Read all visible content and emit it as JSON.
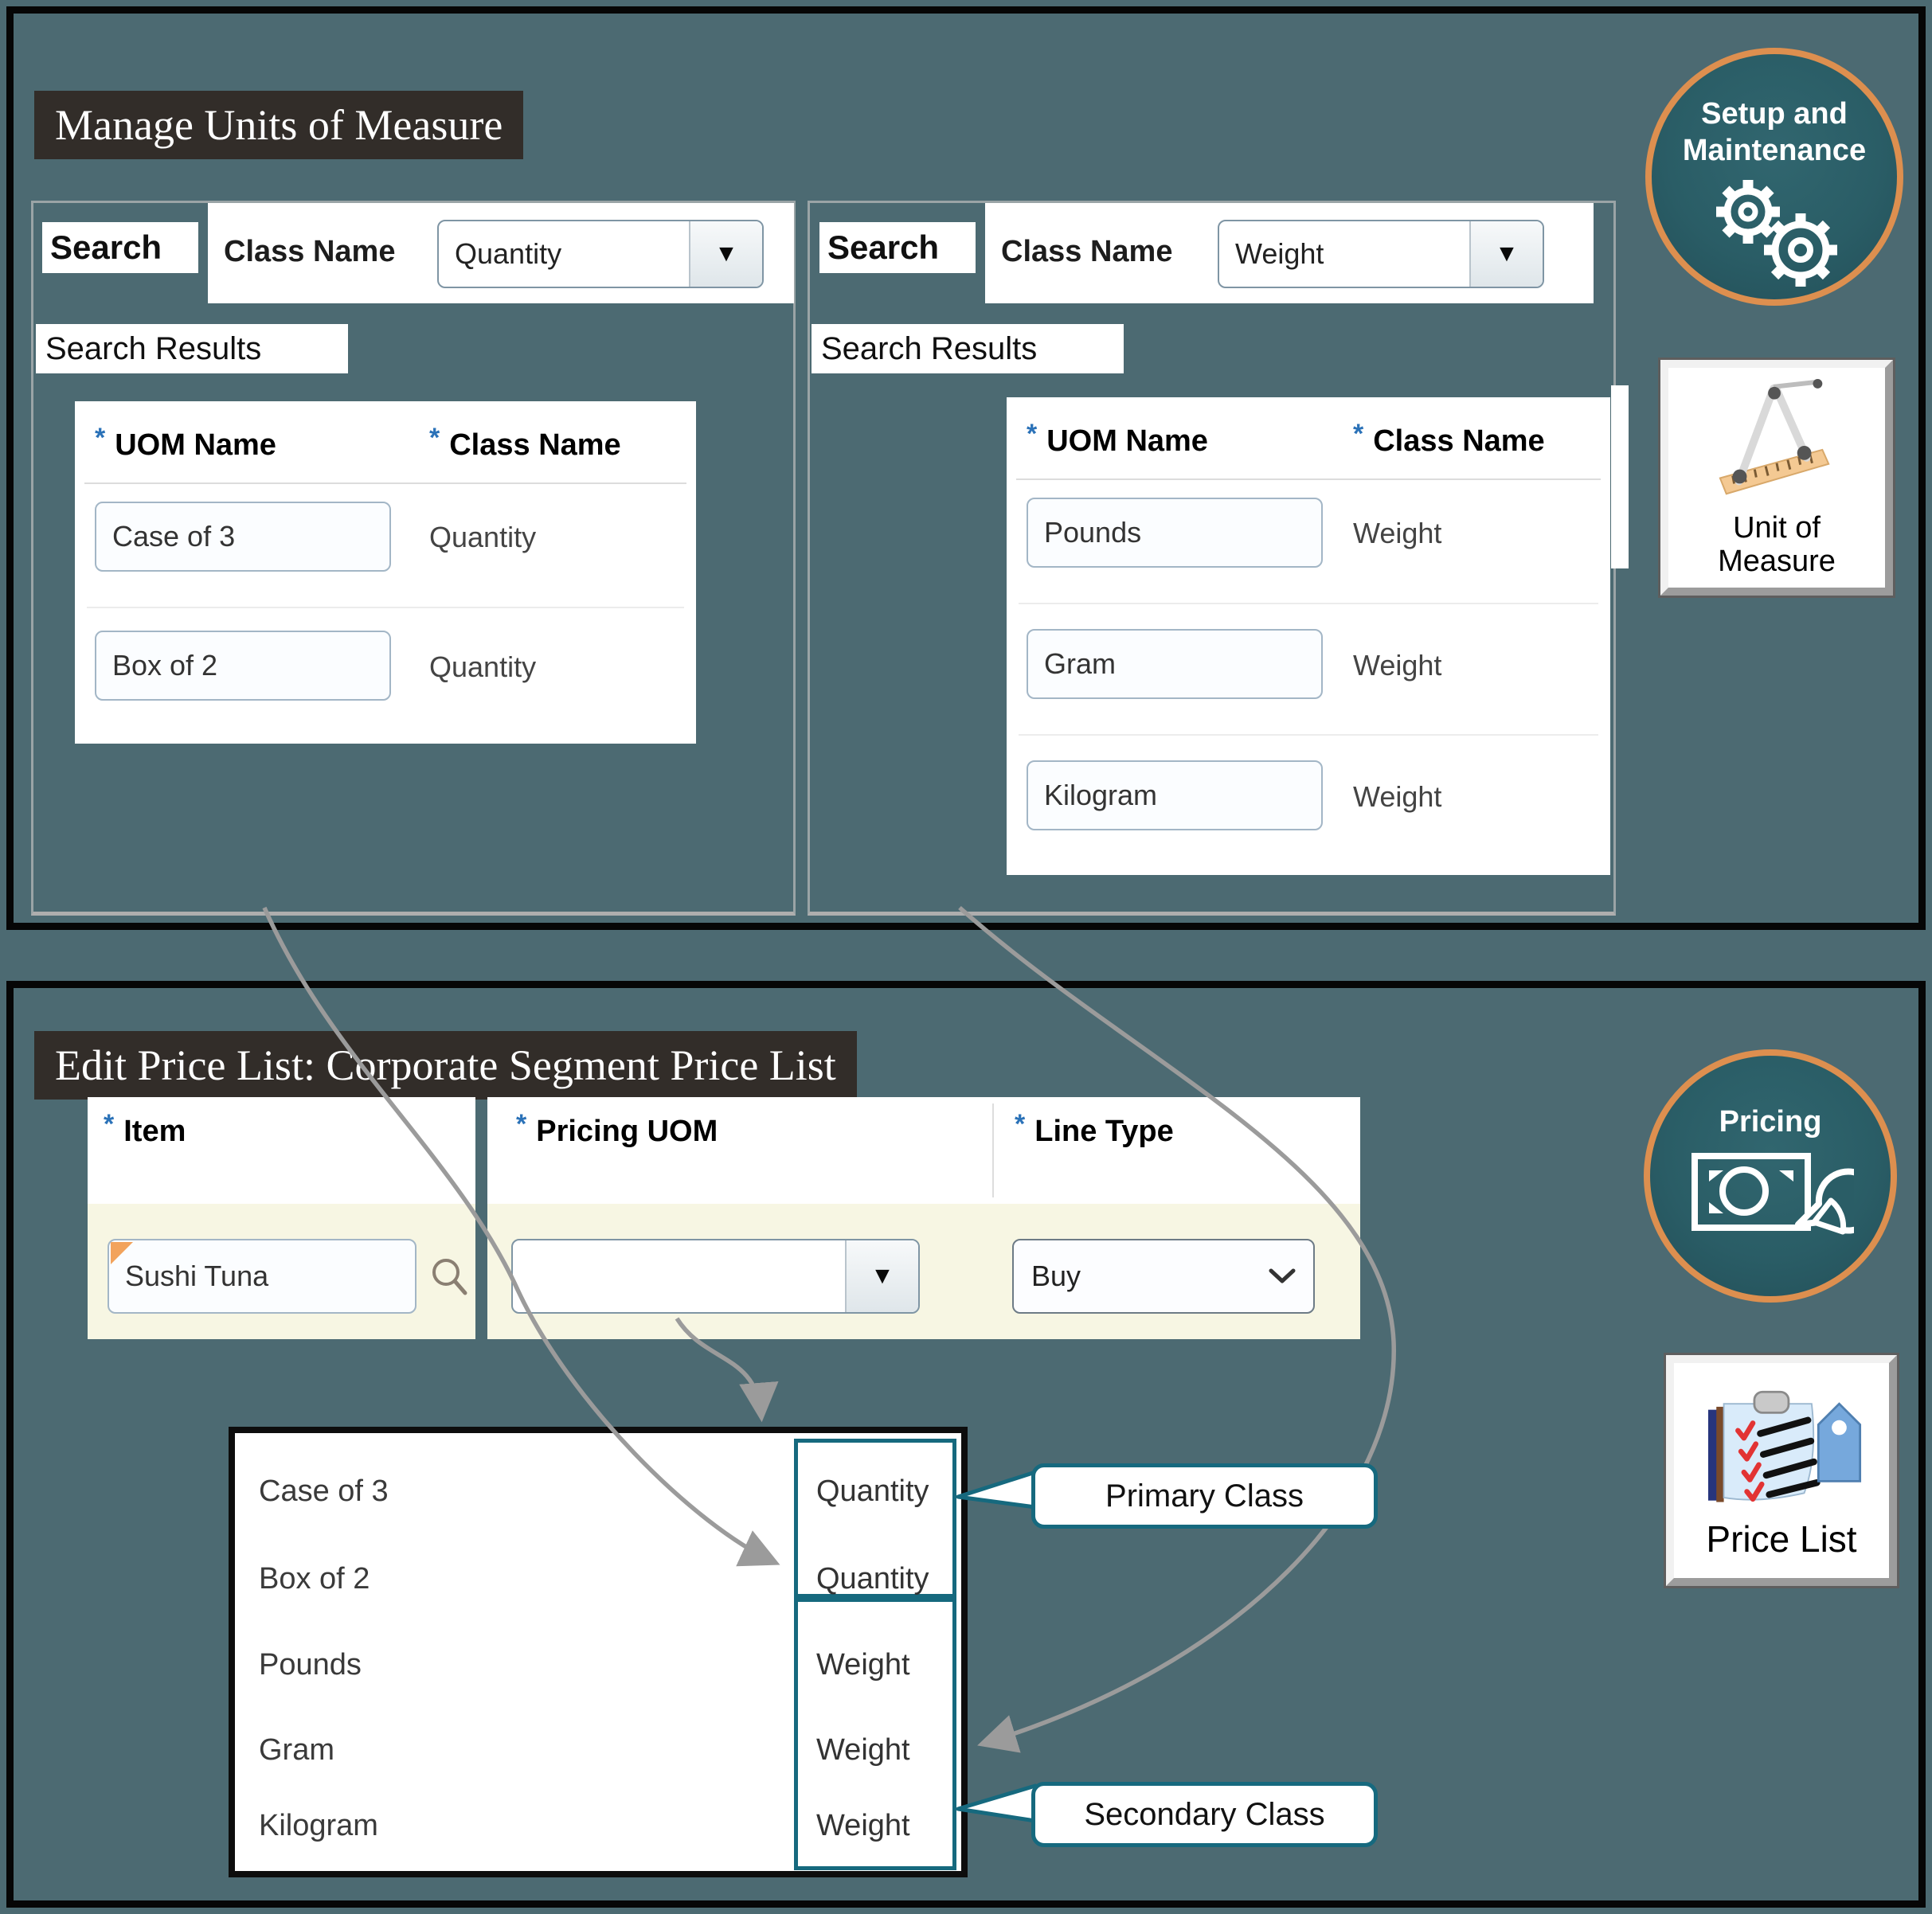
{
  "required_marker": "*",
  "icons": {
    "dropdown_arrow": "▼"
  },
  "s1": {
    "title": "Manage Units of Measure",
    "panels": [
      {
        "search_label": "Search",
        "field_label": "Class Name",
        "field_value": "Quantity",
        "results_label": "Search Results",
        "col_uom": "UOM Name",
        "col_class": "Class Name",
        "rows": [
          {
            "uom": "Case of 3",
            "cls": "Quantity"
          },
          {
            "uom": "Box of 2",
            "cls": "Quantity"
          }
        ]
      },
      {
        "search_label": "Search",
        "field_label": "Class Name",
        "field_value": "Weight",
        "results_label": "Search Results",
        "col_uom": "UOM Name",
        "col_class": "Class Name",
        "rows": [
          {
            "uom": "Pounds",
            "cls": "Weight"
          },
          {
            "uom": "Gram",
            "cls": "Weight"
          },
          {
            "uom": "Kilogram",
            "cls": "Weight"
          }
        ]
      }
    ]
  },
  "s2": {
    "title": "Edit Price List: Corporate Segment Price List",
    "form": {
      "item_label": "Item",
      "pricing_uom_label": "Pricing UOM",
      "line_type_label": "Line Type",
      "item_value": "Sushi Tuna",
      "pricing_uom_value": "",
      "line_type_value": "Buy"
    },
    "uom_list": [
      {
        "name": "Case of 3",
        "cls": "Quantity"
      },
      {
        "name": "Box of 2",
        "cls": "Quantity"
      },
      {
        "name": "Pounds",
        "cls": "Weight"
      },
      {
        "name": "Gram",
        "cls": "Weight"
      },
      {
        "name": "Kilogram",
        "cls": "Weight"
      }
    ],
    "callouts": {
      "primary": "Primary Class",
      "secondary": "Secondary Class"
    }
  },
  "badges": {
    "setup_line1": "Setup and",
    "setup_line2": "Maintenance",
    "uom_line1": "Unit of",
    "uom_line2": "Measure",
    "pricing": "Pricing",
    "price_list": "Price List"
  },
  "colors": {
    "background": "#4c6a72",
    "section_border": "#000000",
    "title_bg": "#322d29",
    "title_text": "#ffffff",
    "accent_teal": "#16697e",
    "accent_orange": "#dd8f4f",
    "arrow_gray": "#9b9b9b",
    "asterisk_blue": "#2b72b8",
    "row_beige": "#f7f6e3",
    "input_border": "#a3b6c6",
    "tag_blue": "#76a8dc",
    "badge_fill": "#2a5d66"
  }
}
